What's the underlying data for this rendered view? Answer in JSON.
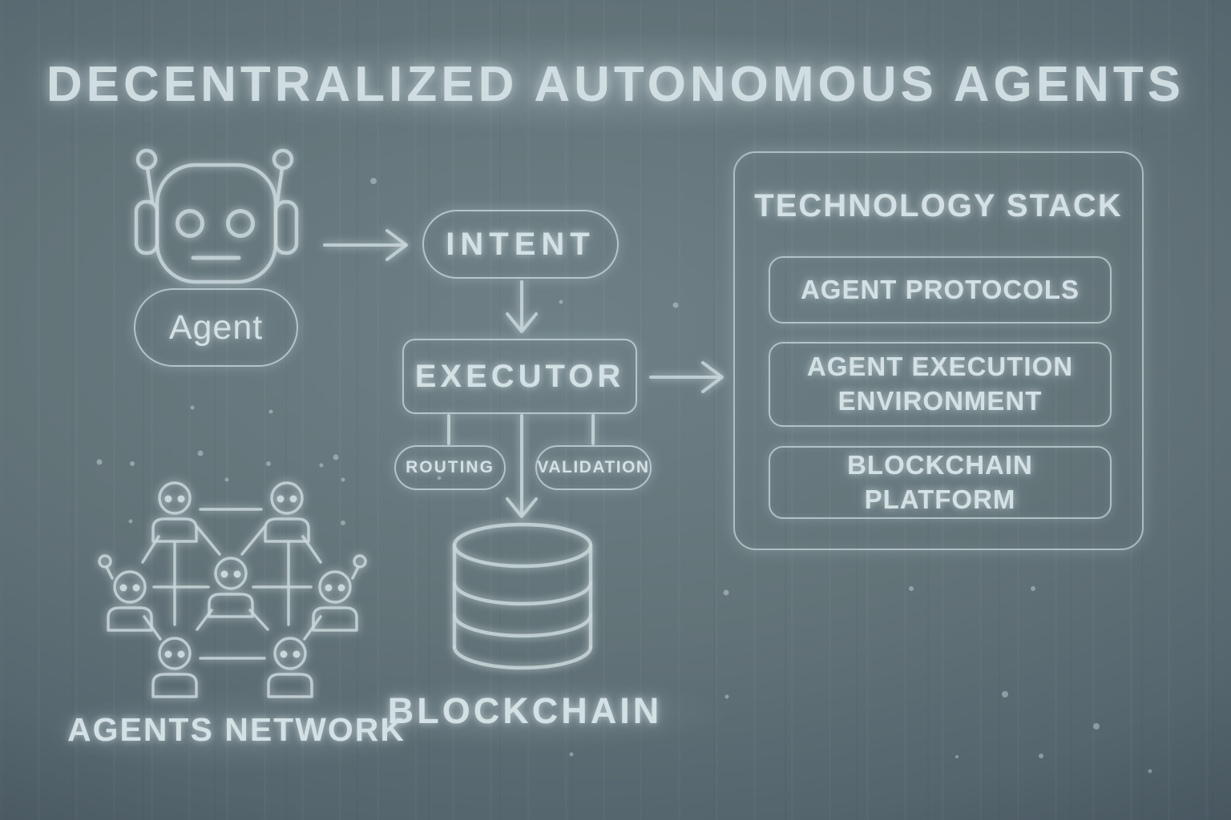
{
  "title": "DECENTRALIZED AUTONOMOUS AGENTS",
  "agent": {
    "label": "Agent",
    "icon": "robot-icon"
  },
  "flow": {
    "intent_label": "INTENT",
    "executor_label": "EXECUTOR",
    "routing_label": "ROUTING",
    "validation_label": "VALIDATION",
    "blockchain_caption": "BLOCKCHAIN",
    "blockchain_icon": "database-cylinder-icon"
  },
  "tech_stack": {
    "title": "TECHNOLOGY STACK",
    "items": [
      "AGENT PROTOCOLS",
      "AGENT EXECUTION ENVIRONMENT",
      "BLOCKCHAIN PLATFORM"
    ]
  },
  "network": {
    "caption": "AGENTS NETWORK",
    "icon": "agents-network-icon",
    "node_count": 7
  },
  "colors": {
    "background_center": "#6b7d83",
    "background_edge": "#3f4d55",
    "stroke": "#c9d7db",
    "text": "#d3e0e4"
  }
}
